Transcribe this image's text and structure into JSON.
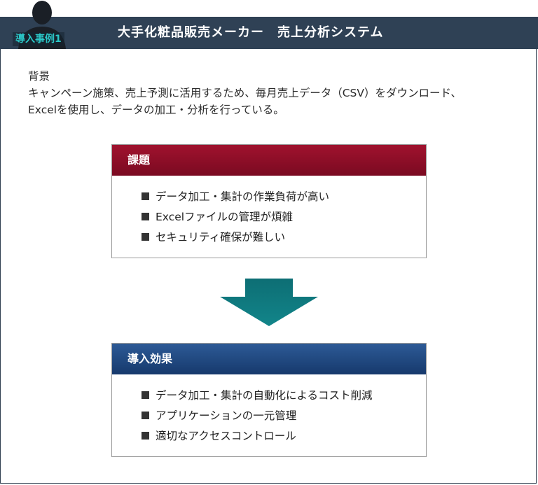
{
  "header": {
    "badge": "導入事例1",
    "title": "大手化粧品販売メーカー　売上分析システム"
  },
  "background": {
    "heading": "背景",
    "text": "キャンペーン施策、売上予測に活用するため、毎月売上データ（CSV）をダウンロード、\nExcelを使用し、データの加工・分析を行っている。"
  },
  "issues": {
    "heading": "課題",
    "items": [
      "データ加工・集計の作業負荷が高い",
      "Excelファイルの管理が煩雑",
      "セキュリティ確保が難しい"
    ]
  },
  "effects": {
    "heading": "導入効果",
    "items": [
      "データ加工・集計の自動化によるコスト削減",
      "アプリケーションの一元管理",
      "適切なアクセスコントロール"
    ]
  },
  "colors": {
    "header_bg": "#2f4155",
    "badge_text": "#2bc7c7",
    "issues_head": "#8e0f28",
    "effects_head": "#1f4a82",
    "arrow": "#0f7a80"
  },
  "icons": {
    "person": "person-silhouette-icon",
    "arrow": "arrow-down-icon",
    "bullet": "square-bullet-icon"
  }
}
